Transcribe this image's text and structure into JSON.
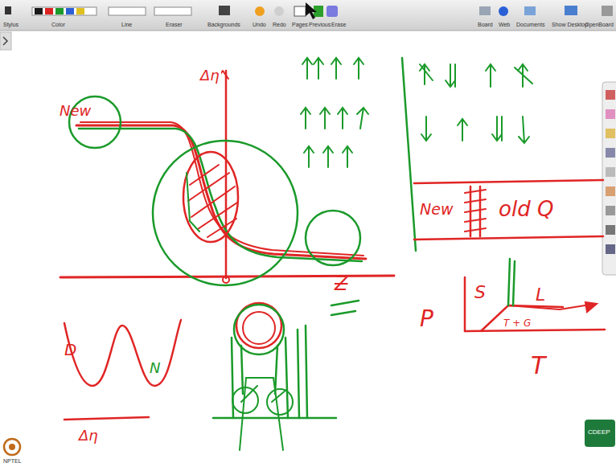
{
  "diagram": {
    "labels": [
      "Stylus",
      "Color",
      "Line",
      "Eraser",
      "Backgrounds",
      "Undo",
      "Redo",
      "Pages",
      "Previous",
      "Erase",
      "Board",
      "Web",
      "Documents",
      "Show Desktop",
      "OpenBoard",
      "New",
      "Δη",
      "New",
      "old Q",
      "S",
      "L",
      "T + G",
      "P",
      "T",
      "D",
      "N",
      "Δη",
      "Z",
      "NPTEL",
      "CDEEP"
    ]
  }
}
